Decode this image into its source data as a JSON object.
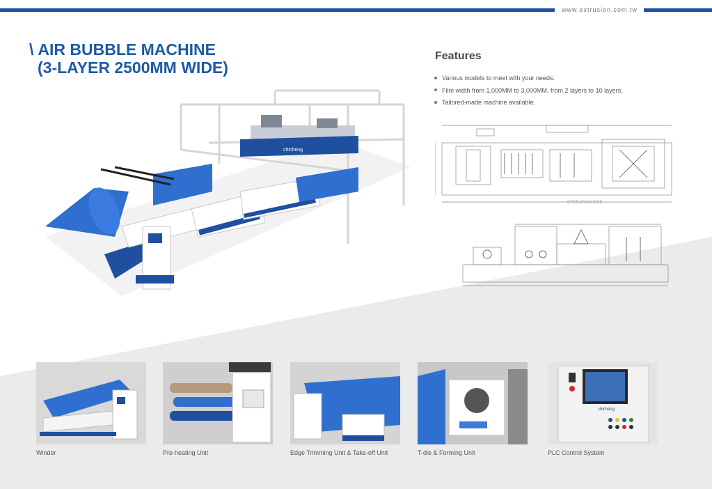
{
  "header": {
    "url": "www.extrusion.com.tw"
  },
  "title": {
    "slash": "\\",
    "line1": "AIR BUBBLE MACHINE",
    "line2": "(3-LAYER 2500MM WIDE)"
  },
  "machine": {
    "brand": "chicheng"
  },
  "features": {
    "heading": "Features",
    "items": [
      "Various models to meet with your needs.",
      "Film width from 1,000MM to 3,000MM, from 2 layers to 10 layers.",
      "Tailored-made machine available."
    ]
  },
  "drawing": {
    "side_label": "OPERATION SIDE"
  },
  "units": [
    {
      "caption": "Winder"
    },
    {
      "caption": "Pre-heating Unit"
    },
    {
      "caption": "Edge Trimming Unit & Take-off Unit"
    },
    {
      "caption": "T-die & Forming Unit"
    },
    {
      "caption": "PLC Control System"
    }
  ],
  "plc": {
    "brand": "chicheng"
  },
  "colors": {
    "brand_blue": "#1f4f9f",
    "title_blue": "#1e5aa8",
    "film_blue": "#2f6fd0",
    "grey_band": "#ebebeb"
  }
}
